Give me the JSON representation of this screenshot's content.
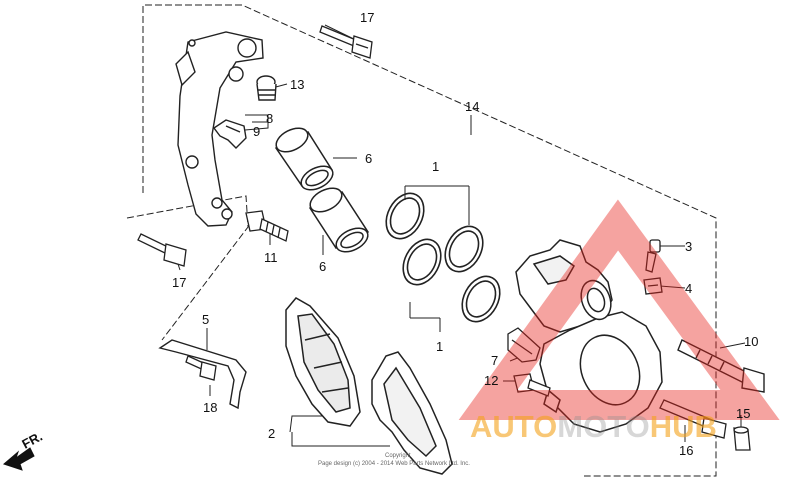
{
  "labels": {
    "l1a": "1",
    "l1b": "1",
    "l2": "2",
    "l3": "3",
    "l4": "4",
    "l5": "5",
    "l6a": "6",
    "l6b": "6",
    "l7": "7",
    "l8": "8",
    "l9": "9",
    "l10": "10",
    "l11": "11",
    "l12": "12",
    "l13": "13",
    "l14": "14",
    "l15": "15",
    "l16": "16",
    "l17a": "17",
    "l17b": "17",
    "l18": "18"
  },
  "direction": {
    "text": "FR."
  },
  "footer": {
    "line1": "Copyright",
    "line2": "Page design (c) 2004 - 2014 Web Parts Network Ltd. Inc."
  },
  "watermark": {
    "part1": "AUTO",
    "part2": "MOTO",
    "part3": "HUB",
    "color_red": "#e8231c",
    "color_orange": "#f3a21a",
    "color_gray": "#8b8b8b"
  }
}
